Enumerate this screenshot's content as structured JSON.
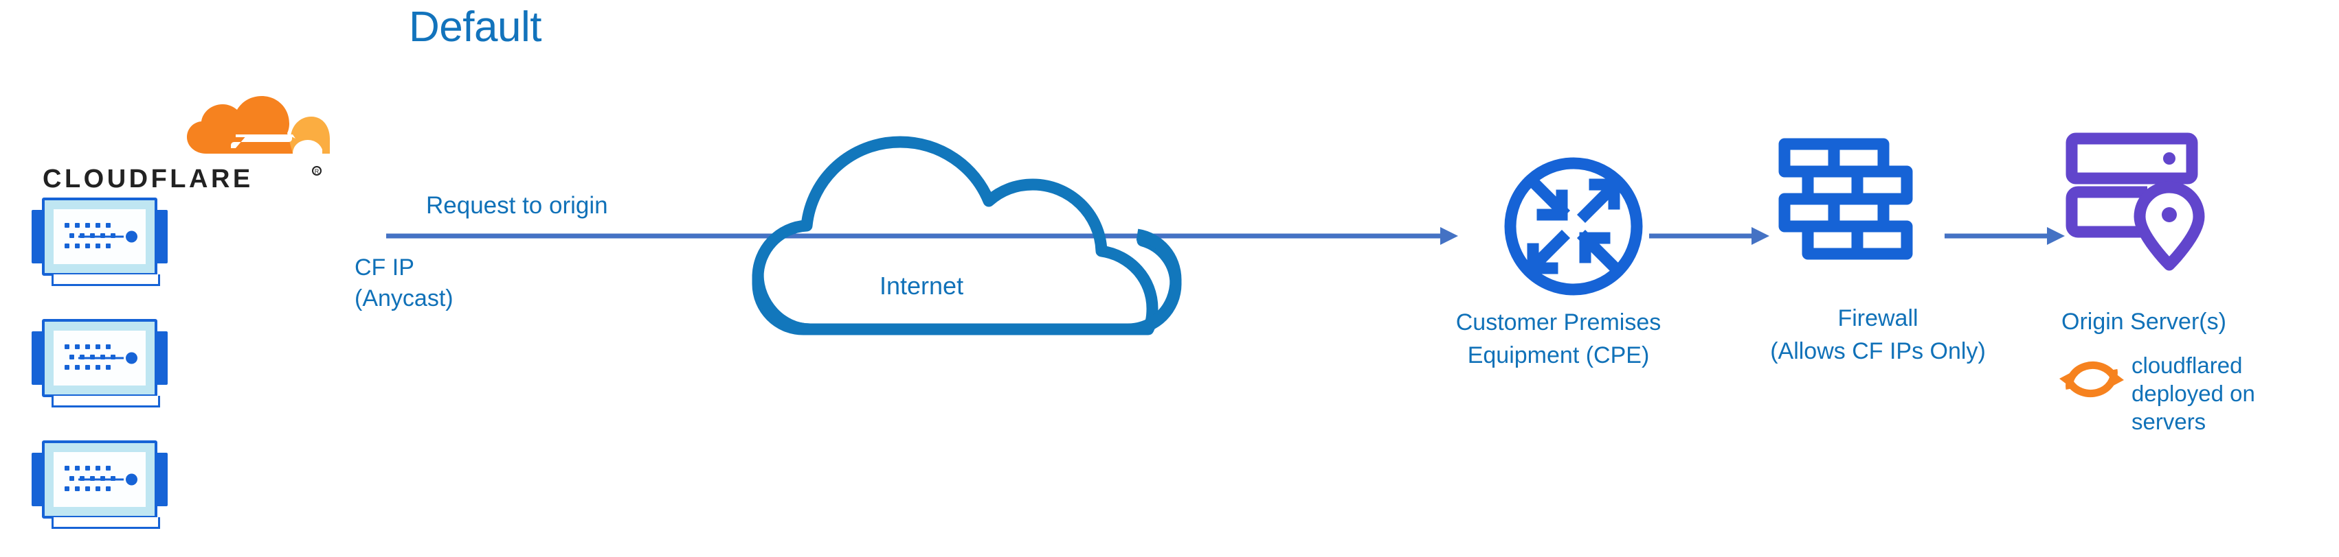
{
  "title": "Default",
  "colors": {
    "title_blue": "#1273BC",
    "label_blue": "#1071B8",
    "arrow_blue": "#4472C4",
    "icon_blue": "#1663D6",
    "cloud_outline_blue": "#1277BC",
    "origin_purple": "#6145CC",
    "cloudflare_orange": "#F6821F",
    "cloudflare_orange_light": "#FBAD41",
    "wordmark_black": "#222222"
  },
  "brand": {
    "logo_name": "cloudflare-logo",
    "wordmark": "CLOUDFLARE",
    "registered_mark": "®"
  },
  "nodes": {
    "cloudflare_edge": {
      "icon": "server-rack-icon",
      "server_count": 3,
      "ip_label_line1": "CF IP",
      "ip_label_line2": "(Anycast)"
    },
    "internet": {
      "icon": "cloud-icon",
      "label": "Internet"
    },
    "cpe": {
      "icon": "router-icon",
      "label_line1": "Customer Premises",
      "label_line2": "Equipment (CPE)"
    },
    "firewall": {
      "icon": "brick-wall-icon",
      "label_line1": "Firewall",
      "label_line2": "(Allows CF IPs Only)"
    },
    "origin": {
      "icon": "server-location-icon",
      "label": "Origin Server(s)",
      "annotation_icon": "sync-arrows-icon",
      "annotation": "cloudflared deployed on servers"
    }
  },
  "flows": [
    {
      "name": "request-to-origin",
      "label": "Request to origin",
      "from": "cloudflare_edge",
      "to": "cpe"
    },
    {
      "name": "cpe-to-firewall",
      "label": "",
      "from": "cpe",
      "to": "firewall"
    },
    {
      "name": "firewall-to-origin",
      "label": "",
      "from": "firewall",
      "to": "origin"
    }
  ]
}
